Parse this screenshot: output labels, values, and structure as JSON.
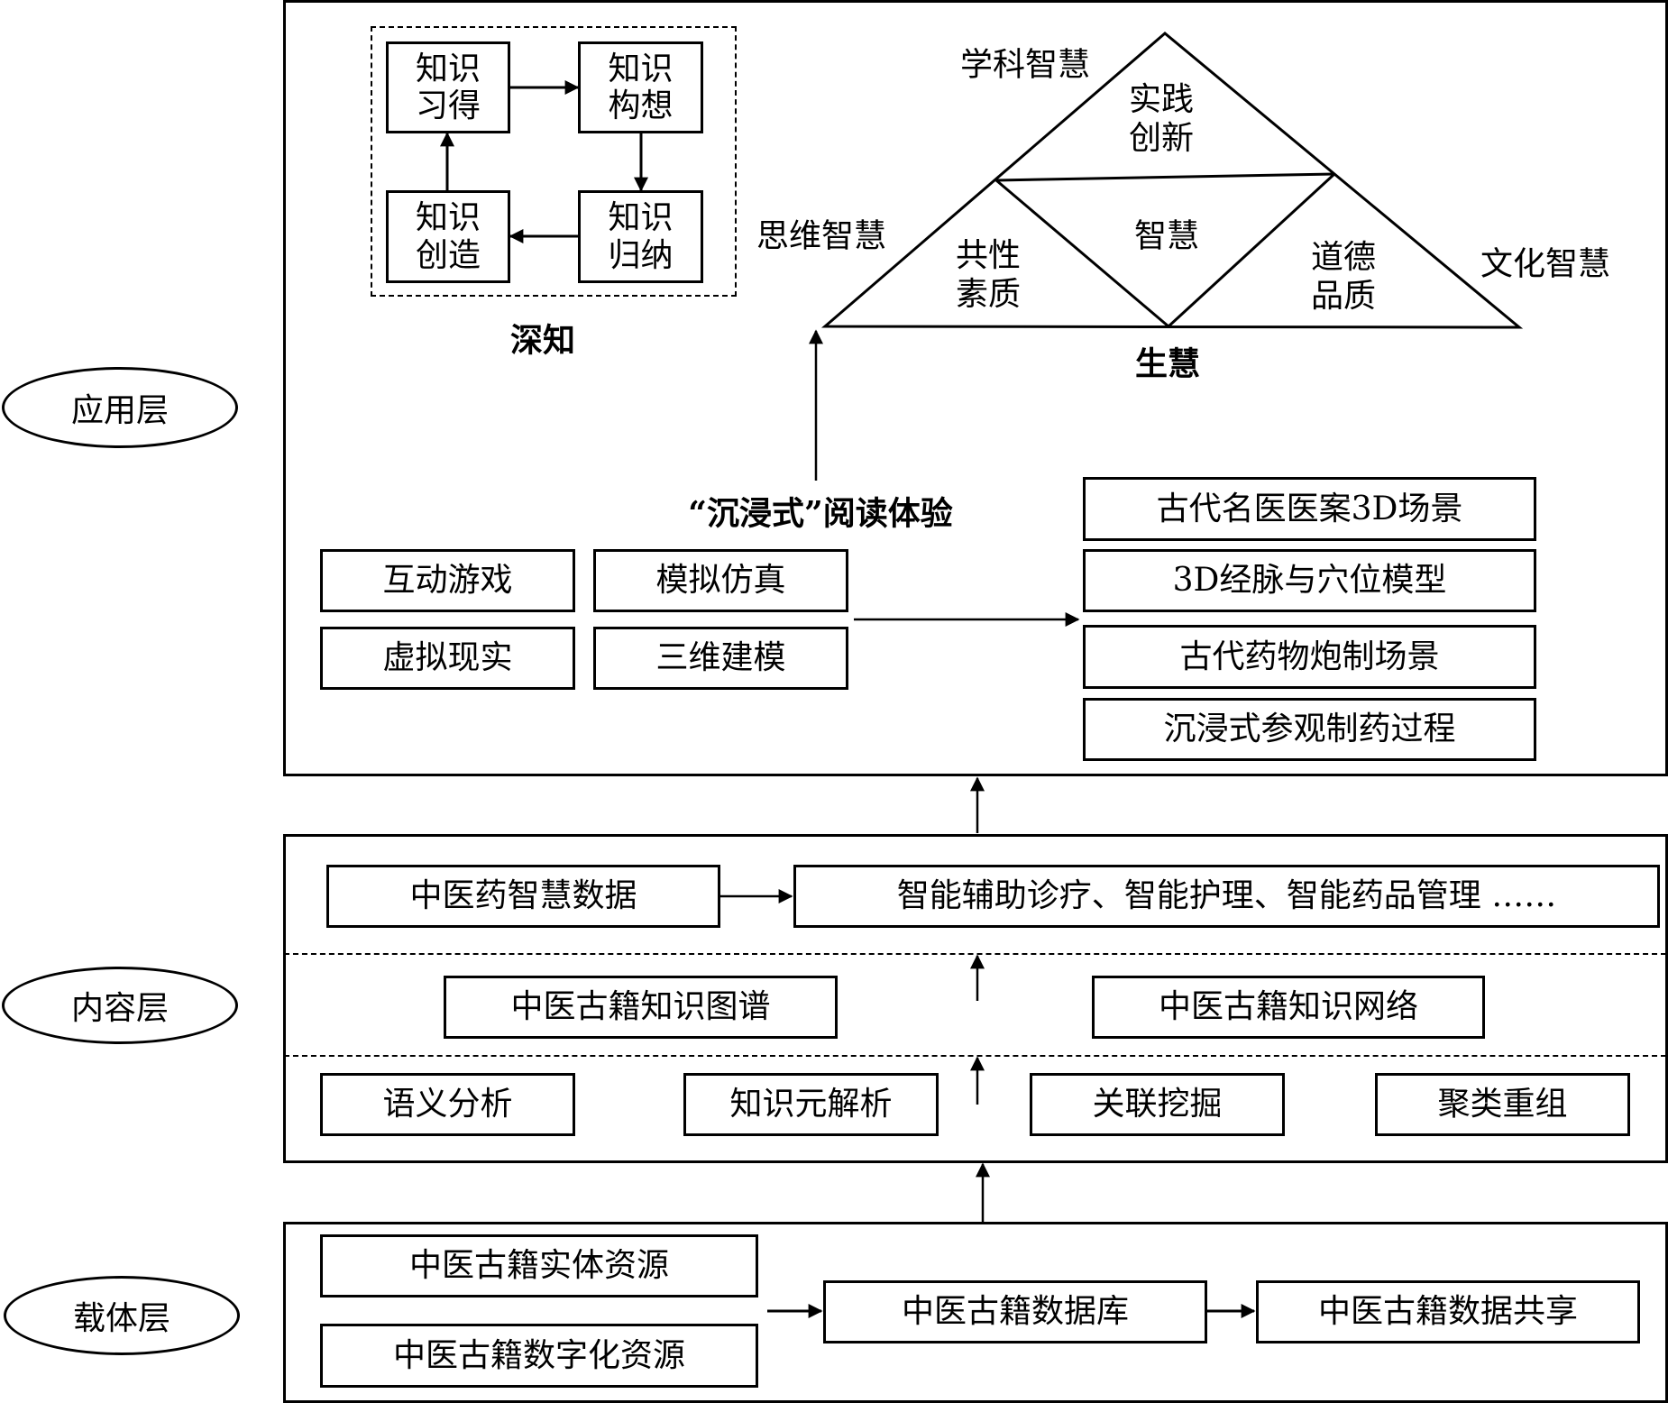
{
  "layers": {
    "application": "应用层",
    "content": "内容层",
    "carrier": "载体层"
  },
  "deep_knowing": {
    "title": "深知",
    "cycle": [
      {
        "line1": "知识",
        "line2": "习得"
      },
      {
        "line1": "知识",
        "line2": "构想"
      },
      {
        "line1": "知识",
        "line2": "归纳"
      },
      {
        "line1": "知识",
        "line2": "创造"
      }
    ]
  },
  "wisdom_triangle": {
    "title": "生慧",
    "center": "智慧",
    "top": {
      "line1": "实践",
      "line2": "创新"
    },
    "left": {
      "line1": "共性",
      "line2": "素质"
    },
    "right": {
      "line1": "道德",
      "line2": "品质"
    },
    "outer_labels": {
      "top_left": "学科智慧",
      "left": "思维智慧",
      "right": "文化智慧"
    }
  },
  "immersive": {
    "title": "“沉浸式”阅读体验",
    "techniques": [
      "互动游戏",
      "模拟仿真",
      "虚拟现实",
      "三维建模"
    ],
    "scenes": [
      "古代名医医案3D场景",
      "3D经脉与穴位模型",
      "古代药物炮制场景",
      "沉浸式参观制药过程"
    ]
  },
  "content_layer": {
    "smart_data": "中医药智慧数据",
    "applications": "智能辅助诊疗、智能护理、智能药品管理 ……",
    "knowledge_graph": "中医古籍知识图谱",
    "knowledge_network": "中医古籍知识网络",
    "methods": [
      "语义分析",
      "知识元解析",
      "关联挖掘",
      "聚类重组"
    ]
  },
  "carrier_layer": {
    "physical": "中医古籍实体资源",
    "digital": "中医古籍数字化资源",
    "database": "中医古籍数据库",
    "sharing": "中医古籍数据共享"
  }
}
